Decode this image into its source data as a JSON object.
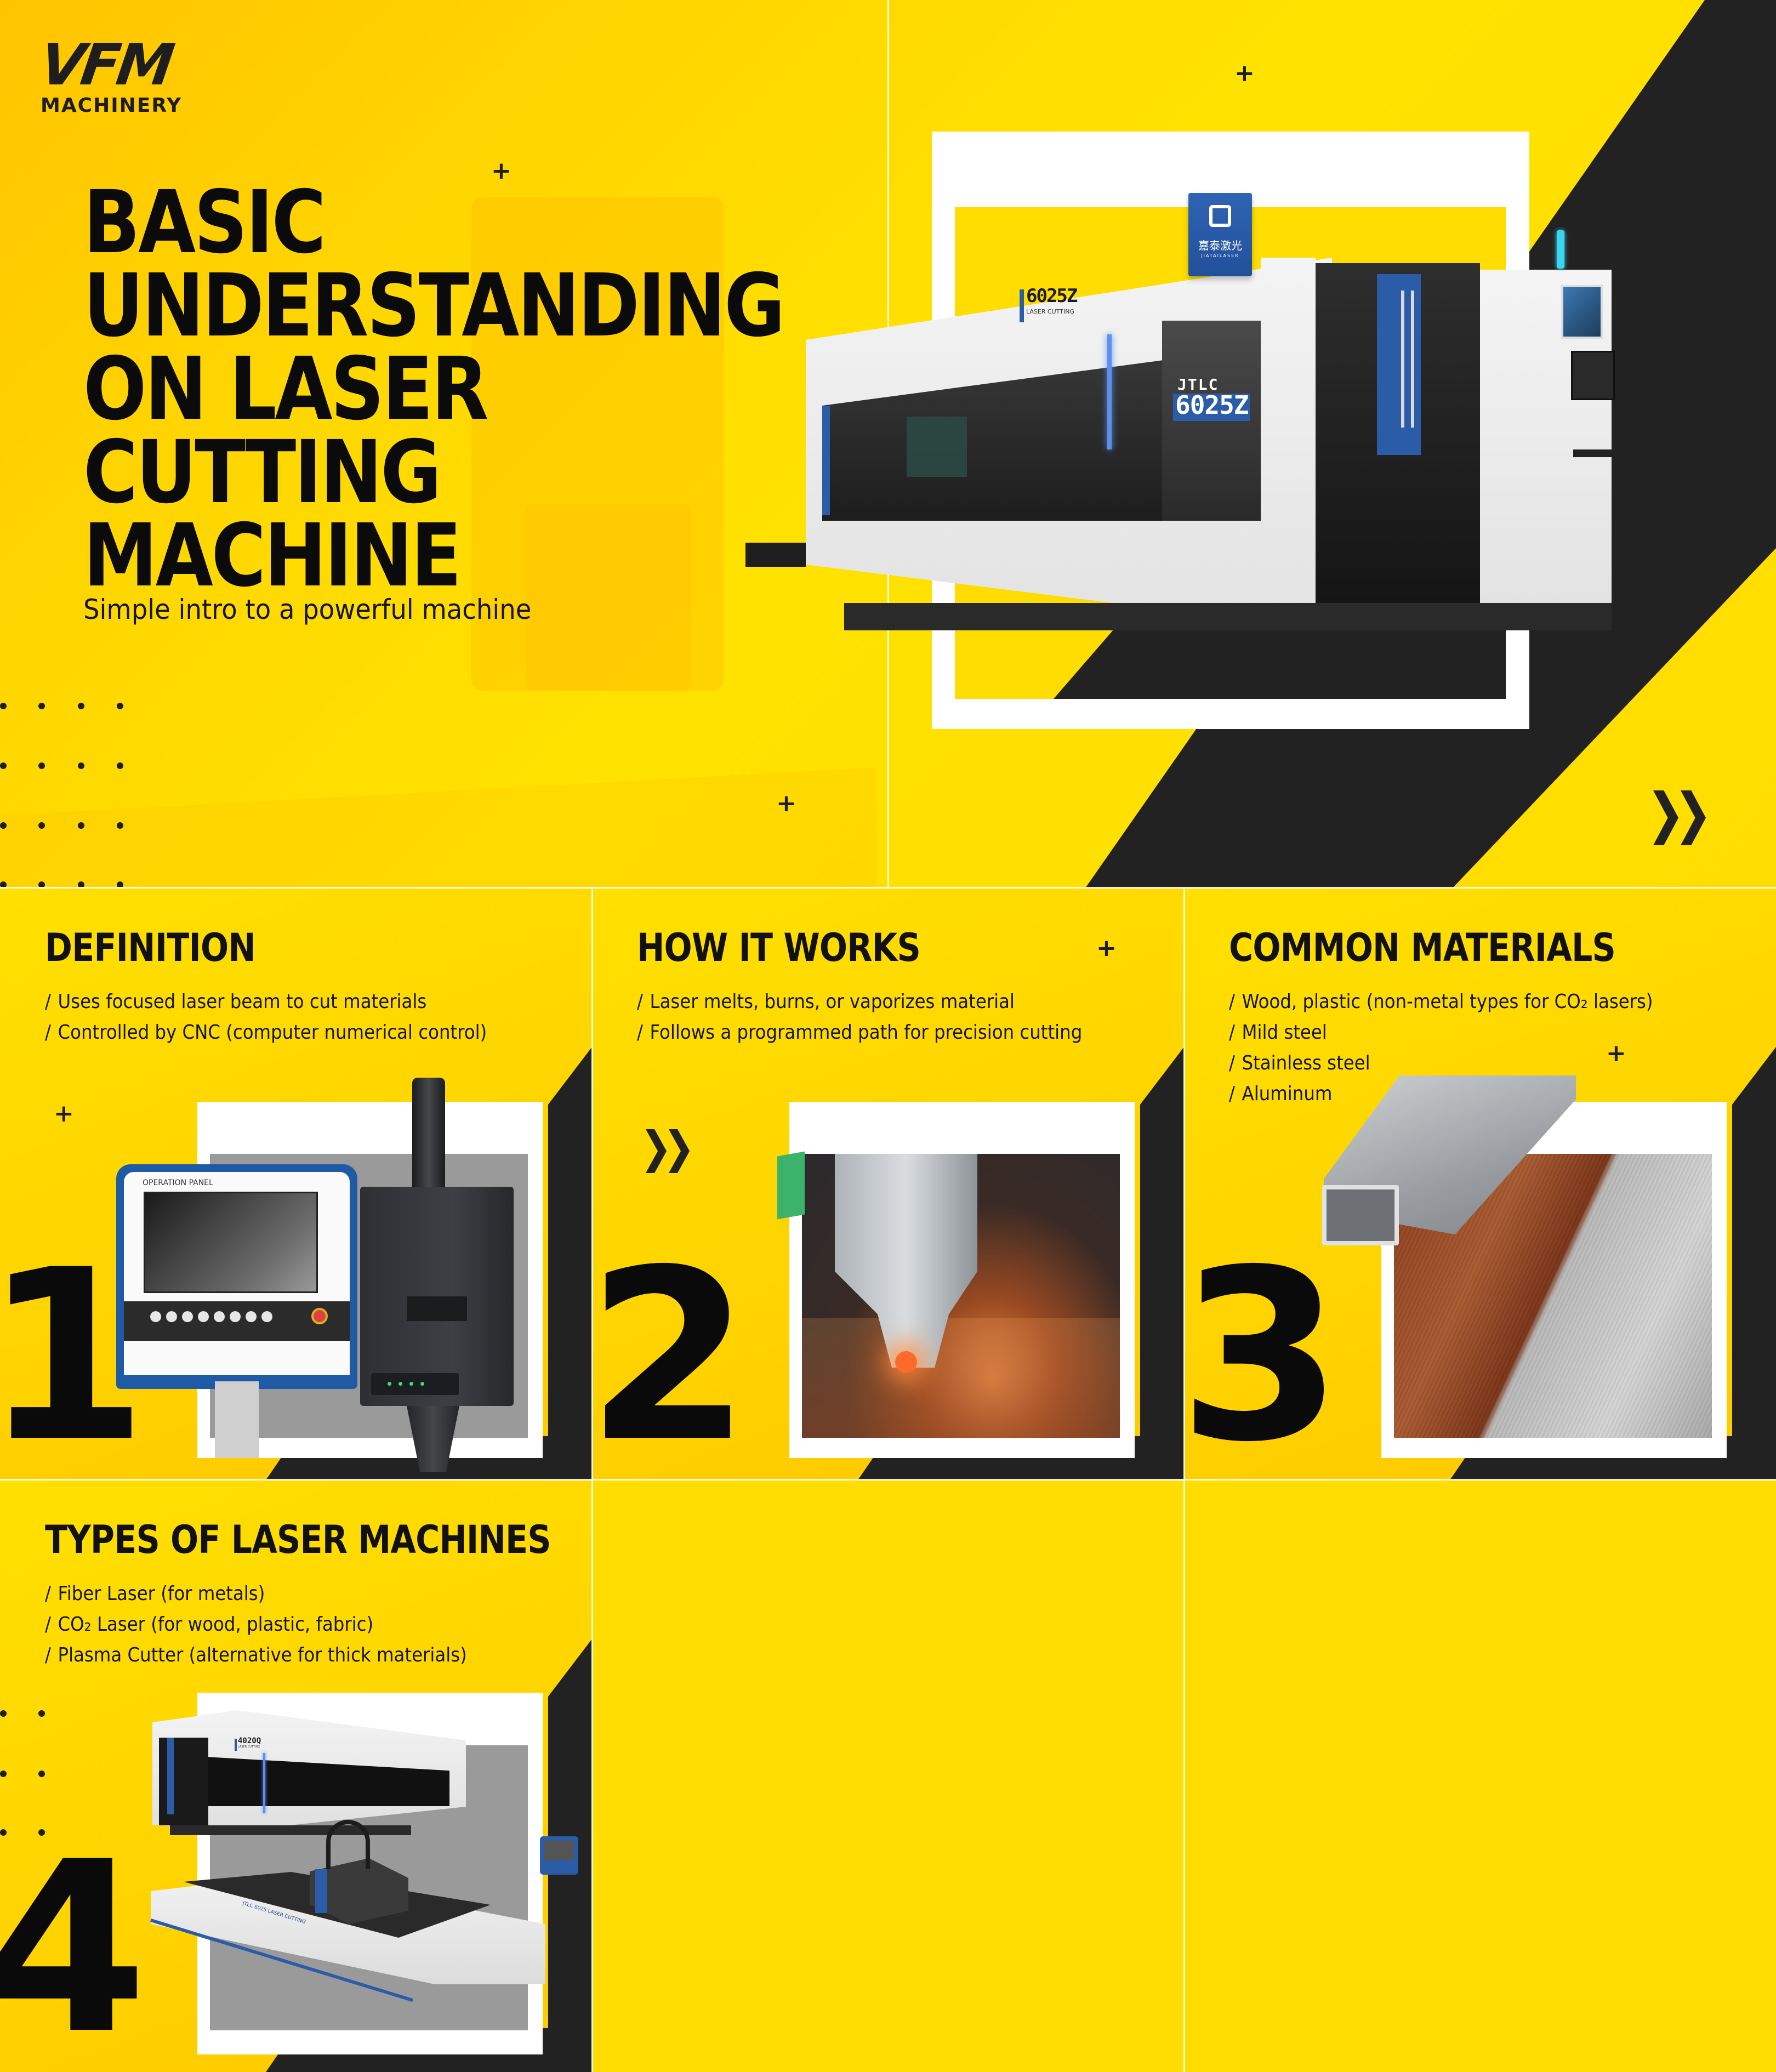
{
  "brand": {
    "logo_mark": "VFM",
    "logo_sub": "MACHINERY"
  },
  "hero": {
    "title_lines": [
      "BASIC",
      "UNDERSTANDING",
      "ON LASER CUTTING",
      "MACHINE"
    ],
    "subtitle": "Simple intro to a powerful machine",
    "machine": {
      "brand_badge_cn": "嘉泰激光",
      "brand_badge_en": "JIATAILASER",
      "model_top": "6025Z",
      "model_top_sub": "LASER CUTTING",
      "model_side_prefix": "JTLC",
      "model_side": "6025Z"
    },
    "icons": [
      "plus-icon",
      "plus-icon",
      "plus-icon",
      "chevron-double-right-icon",
      "dot-grid"
    ]
  },
  "sections": [
    {
      "number": "1",
      "title": "DEFINITION",
      "items": [
        "Uses focused laser beam to cut materials",
        "Controlled by CNC (computer numerical control)"
      ],
      "image_caption": "OPERATION PANEL",
      "image_description": "CNC operation panel and fiber laser cutting head"
    },
    {
      "number": "2",
      "title": "HOW IT WORKS",
      "items": [
        "Laser melts, burns, or vaporizes material",
        "Follows a programmed path for precision cutting"
      ],
      "image_description": "Laser cutting head with sparks cutting sheet metal"
    },
    {
      "number": "3",
      "title": "COMMON MATERIALS",
      "items": [
        "Wood, plastic (non-metal types for CO₂ lasers)",
        "Mild steel",
        "Stainless steel",
        "Aluminum"
      ],
      "image_description": "Square metal tube, wood and brushed steel samples"
    },
    {
      "number": "4",
      "title": "TYPES OF LASER MACHINES",
      "items": [
        "Fiber Laser (for metals)",
        "CO₂ Laser (for wood, plastic, fabric)",
        "Plasma Cutter (alternative for thick materials)"
      ],
      "image_labels": {
        "enclosed_model": "4020Q",
        "enclosed_sub": "LASER CUTTING",
        "open_model_prefix": "JTLC",
        "open_model": "6025",
        "open_model_suffix": "LASER CUTTING"
      },
      "image_description": "Enclosed fiber laser cutter and open-bed laser cutter"
    }
  ],
  "list_bullet": "/",
  "colors": {
    "yellow": "#FFDD00",
    "yellow_deep": "#FFC800",
    "black": "#222222",
    "text": "#111111",
    "white": "#FFFFFF",
    "machine_blue": "#2A5CA8"
  }
}
